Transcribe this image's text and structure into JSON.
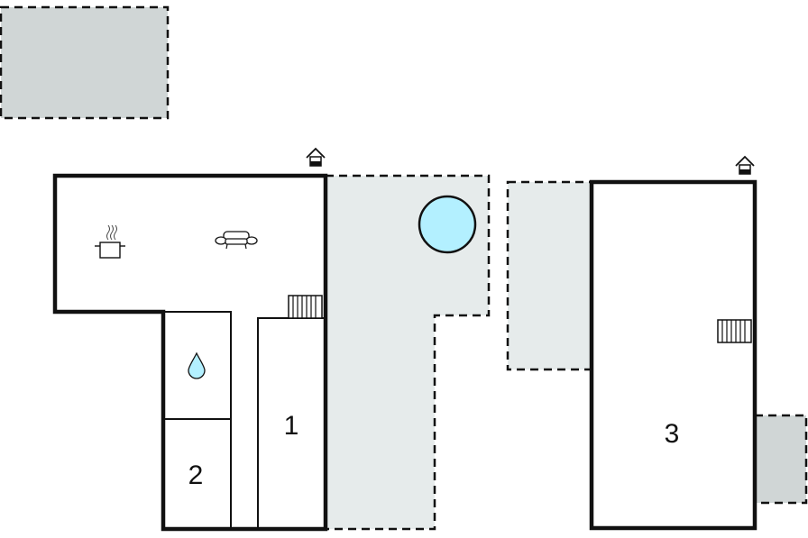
{
  "floorplan": {
    "room_labels": {
      "room1": "1",
      "room2": "2",
      "room3": "3"
    },
    "icons": {
      "kitchen": "cooking-pot-icon",
      "living": "sofa-icon",
      "bathroom": "water-drop-icon",
      "entrance": "house-entrance-icon",
      "stairs": "stairs-icon"
    },
    "colors": {
      "wall": "#111111",
      "terrace": "#e6ebeb",
      "parking": "#d0d6d6",
      "pool": "#b3f0ff"
    }
  }
}
